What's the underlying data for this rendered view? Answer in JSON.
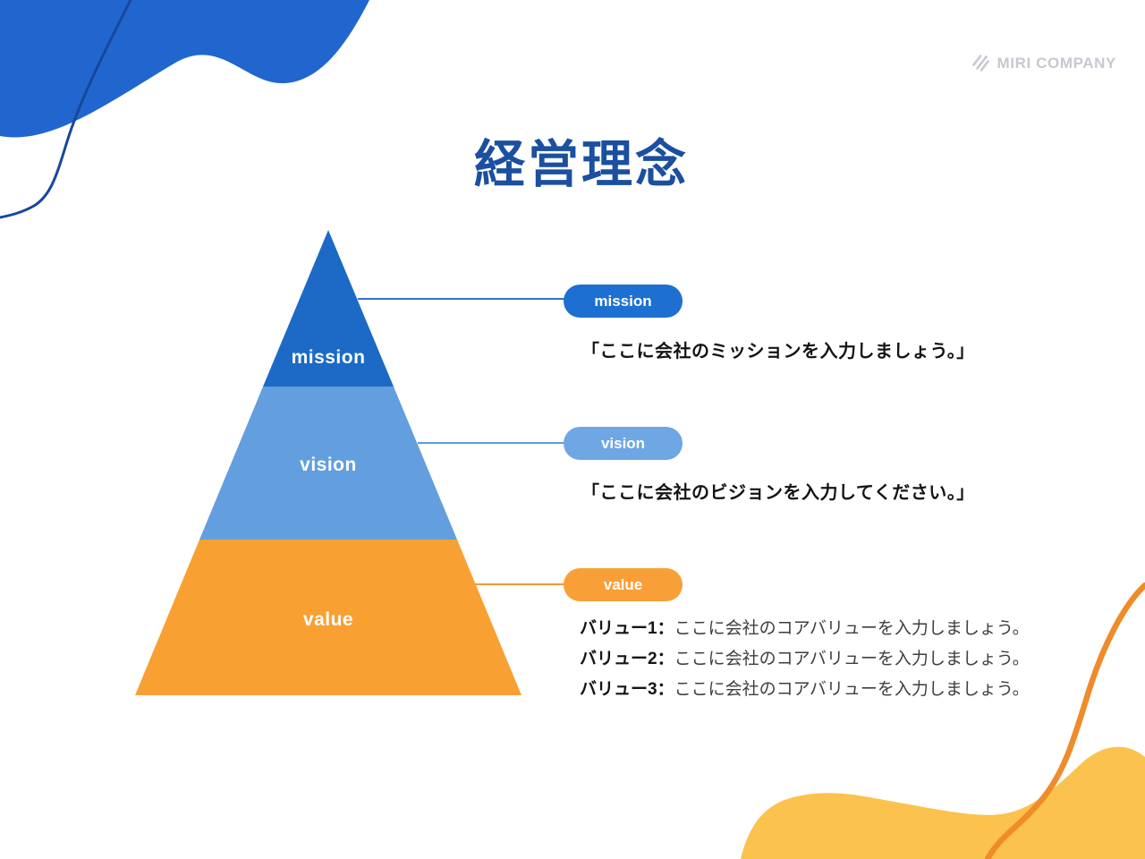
{
  "title": "経営理念",
  "logo": {
    "company": "MIRI COMPANY",
    "icon": "striped-hexagon-logo-icon"
  },
  "pyramid": {
    "levels": [
      {
        "label": "mission",
        "color": "#1c6ac6"
      },
      {
        "label": "vision",
        "color": "#639fde"
      },
      {
        "label": "value",
        "color": "#f9a032"
      }
    ]
  },
  "annotations": {
    "mission": {
      "tag": "mission",
      "text": "「ここに会社のミッションを入力しましょう。」"
    },
    "vision": {
      "tag": "vision",
      "text": "「ここに会社のビジョンを入力してください。」"
    },
    "value": {
      "tag": "value",
      "items": [
        {
          "label": "バリュー1：",
          "text": "ここに会社のコアバリューを入力しましょう。"
        },
        {
          "label": "バリュー2：",
          "text": "ここに会社のコアバリューを入力しましょう。"
        },
        {
          "label": "バリュー3：",
          "text": "ここに会社のコアバリューを入力しましょう。"
        }
      ]
    }
  },
  "colors": {
    "title": "#1b4fa0",
    "mission_segment": "#1c6ac6",
    "mission_pill": "#1e6fd2",
    "vision_segment": "#639fde",
    "vision_pill": "#6fa6e4",
    "value_segment": "#f9a032",
    "value_pill": "#f99f38",
    "blob_blue": "#2166cf",
    "blob_yellow": "#fbc24d",
    "curve_navy": "#17479b",
    "curve_orange": "#ee8c2b",
    "logo_gray": "#c5c9d0"
  }
}
